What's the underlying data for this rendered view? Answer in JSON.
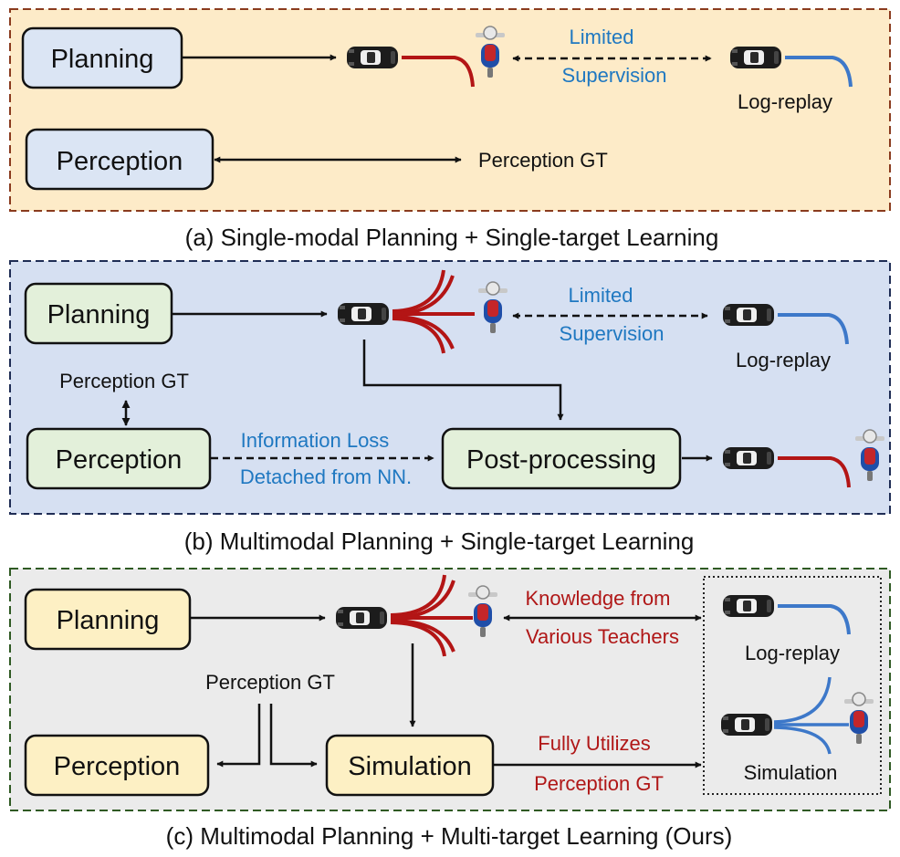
{
  "panel_a": {
    "planning": "Planning",
    "perception": "Perception",
    "limited": "Limited",
    "supervision": "Supervision",
    "log_replay": "Log-replay",
    "perception_gt": "Perception GT",
    "caption": "(a) Single-modal Planning + Single-target Learning"
  },
  "panel_b": {
    "planning": "Planning",
    "perception": "Perception",
    "post_processing": "Post-processing",
    "limited": "Limited",
    "supervision": "Supervision",
    "log_replay": "Log-replay",
    "perception_gt": "Perception GT",
    "info_loss": "Information Loss",
    "detached": "Detached from NN.",
    "caption": "(b) Multimodal Planning + Single-target Learning"
  },
  "panel_c": {
    "planning": "Planning",
    "perception": "Perception",
    "simulation_box": "Simulation",
    "knowledge": "Knowledge from",
    "teachers": "Various Teachers",
    "log_replay": "Log-replay",
    "simulation_label": "Simulation",
    "perception_gt": "Perception GT",
    "fully": "Fully Utilizes",
    "perception_gt2": "Perception GT",
    "caption": "(c) Multimodal Planning + Multi-target Learning (Ours)"
  },
  "colors": {
    "panel_a_bg": "#fdebc8",
    "panel_a_border": "#8a3b1e",
    "panel_b_bg": "#d6e0f2",
    "panel_b_border": "#1f2d55",
    "panel_c_bg": "#ebebeb",
    "panel_c_border": "#2f5a23",
    "box_blue": "#dbe5f4",
    "box_green": "#e3f0da",
    "box_yellow": "#fdf0c4",
    "text_blue": "#1f78c1",
    "text_red": "#b01717",
    "traj_red": "#b31515",
    "traj_blue": "#3d78c9"
  }
}
